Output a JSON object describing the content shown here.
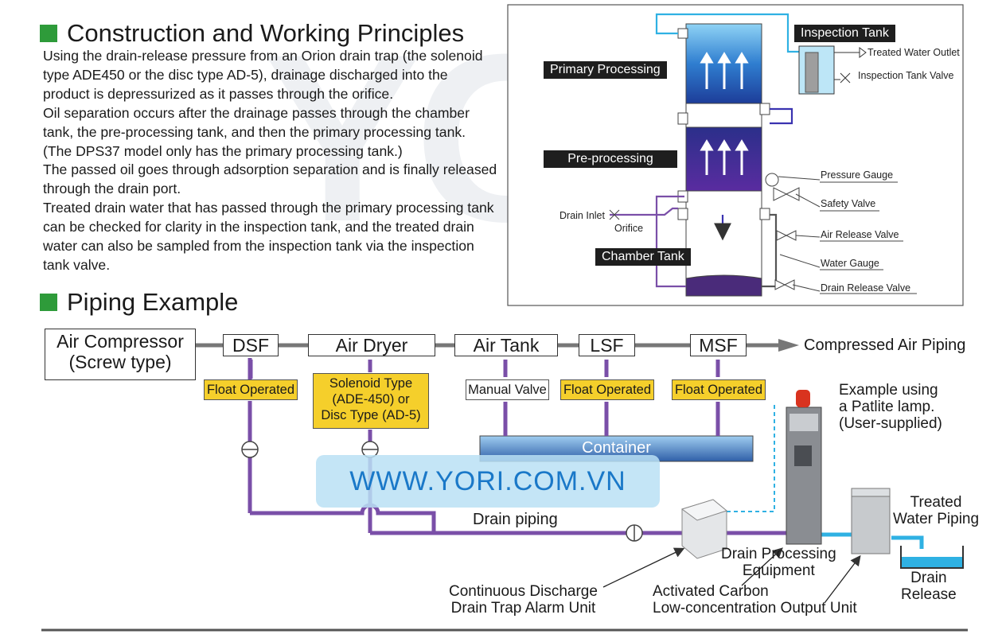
{
  "watermark": "YORI",
  "website": "WWW.YORI.COM.VN",
  "sections": {
    "construction_title": "Construction and Working Principles",
    "piping_title": "Piping Example"
  },
  "description": [
    "Using the drain-release pressure from an Orion drain trap (the solenoid type ADE450 or the disc type AD-5), drainage discharged into the product is depressurized as it passes through the orifice.",
    "Oil separation occurs after the drainage passes through the chamber tank, the pre-processing tank, and then the primary processing tank. (The DPS37 model only has the primary processing tank.)",
    "The passed oil goes through adsorption separation and is finally released through the drain port.",
    "Treated drain water that has passed through the primary processing tank can be checked for clarity in the inspection tank, and the treated drain water can also be sampled from the inspection tank via the inspection tank valve."
  ],
  "construction": {
    "primary_processing": "Primary Processing",
    "pre_processing": "Pre-processing",
    "chamber_tank": "Chamber Tank",
    "inspection_tank": "Inspection Tank",
    "treated_water_outlet": "Treated Water Outlet",
    "inspection_tank_valve": "Inspection Tank Valve",
    "pressure_gauge": "Pressure Gauge",
    "safety_valve": "Safety Valve",
    "air_release_valve": "Air Release Valve",
    "water_gauge": "Water Gauge",
    "drain_release_valve": "Drain Release Valve",
    "drain_inlet": "Drain Inlet",
    "orifice": "Orifice"
  },
  "piping": {
    "air_compressor": "Air Compressor\n(Screw type)",
    "dsf": "DSF",
    "air_dryer": "Air Dryer",
    "air_tank": "Air Tank",
    "lsf": "LSF",
    "msf": "MSF",
    "compressed_air_piping": "Compressed Air Piping",
    "float_operated": "Float Operated",
    "solenoid_type": "Solenoid Type\n(ADE-450) or\nDisc Type (AD-5)",
    "manual_valve": "Manual Valve",
    "container": "Container",
    "patlite_note": "Example using\na Patlite lamp.\n(User-supplied)",
    "drain_piping": "Drain piping",
    "treated_water_piping": "Treated\nWater Piping",
    "drain_processing_equipment": "Drain Processing\nEquipment",
    "drain_release": "Drain\nRelease",
    "alarm_unit": "Continuous Discharge\nDrain Trap Alarm Unit",
    "output_unit": "Activated Carbon\nLow-concentration Output Unit"
  },
  "colors": {
    "green_square": "#2e9b3a",
    "drain_pipe": "#7a4fa8",
    "water_pipe": "#2fb1e3",
    "label_yellow": "#f5cf2b"
  }
}
